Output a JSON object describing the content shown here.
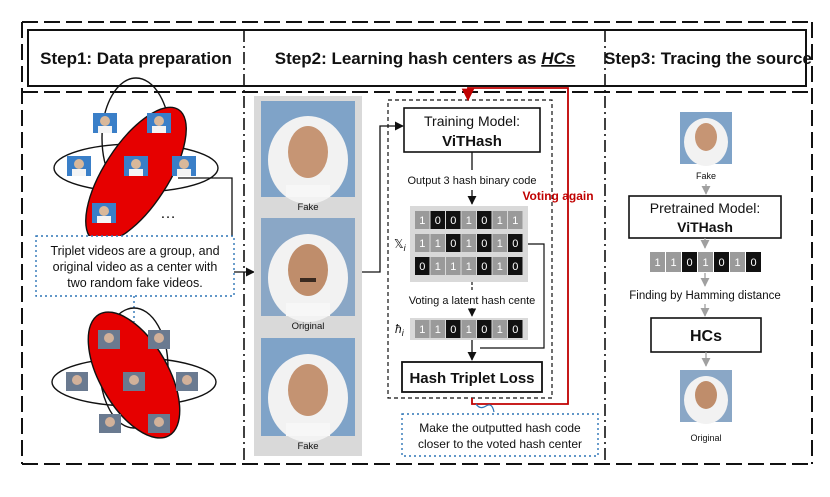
{
  "headers": {
    "step1": "Step1: Data preparation",
    "step2_prefix": "Step2: Learning hash centers as ",
    "step2_hc": "HCs",
    "step3": "Step3: Tracing the source"
  },
  "step1": {
    "ellipsis": "…",
    "note_line1": "Triplet videos are a group, and",
    "note_line2": "original video as a center with",
    "note_line3": "two random fake videos."
  },
  "step2": {
    "face_labels": [
      "Fake",
      "Original",
      "Fake"
    ],
    "training_model_line1": "Training Model:",
    "training_model_line2": "ViTHash",
    "output_label": "Output 3 hash binary code",
    "voting_again": "Voting again",
    "x_symbol": "𝕏",
    "x_subscript": "i",
    "h_symbol": "ħ",
    "h_subscript": "i",
    "voting_label": "Voting a latent hash cente",
    "loss_label": "Hash Triplet Loss",
    "note_line1": "Make the outputted hash code",
    "note_line2": "closer to the voted hash center",
    "codes": [
      [
        "1",
        "0",
        "0",
        "1",
        "0",
        "1",
        "1"
      ],
      [
        "1",
        "1",
        "0",
        "1",
        "0",
        "1",
        "0"
      ],
      [
        "0",
        "1",
        "1",
        "1",
        "0",
        "1",
        "0"
      ]
    ],
    "voted_code": [
      "1",
      "1",
      "0",
      "1",
      "0",
      "1",
      "0"
    ]
  },
  "step3": {
    "fake_label": "Fake",
    "pretrained_line1": "Pretrained Model:",
    "pretrained_line2": "ViTHash",
    "code": [
      "1",
      "1",
      "0",
      "1",
      "0",
      "1",
      "0"
    ],
    "finding_label": "Finding by Hamming distance",
    "hcs_label": "HCs",
    "original_label": "Original"
  },
  "colors": {
    "red": "#e00000",
    "dark_red": "#c00000",
    "note_blue": "#2e75b6",
    "bit_one_bg": "#9a9a9a",
    "bit_zero_bg": "#111111",
    "panel_gray": "#d9d9d9",
    "skin": "#c79a78",
    "headscarf": "#f2f2f2"
  }
}
